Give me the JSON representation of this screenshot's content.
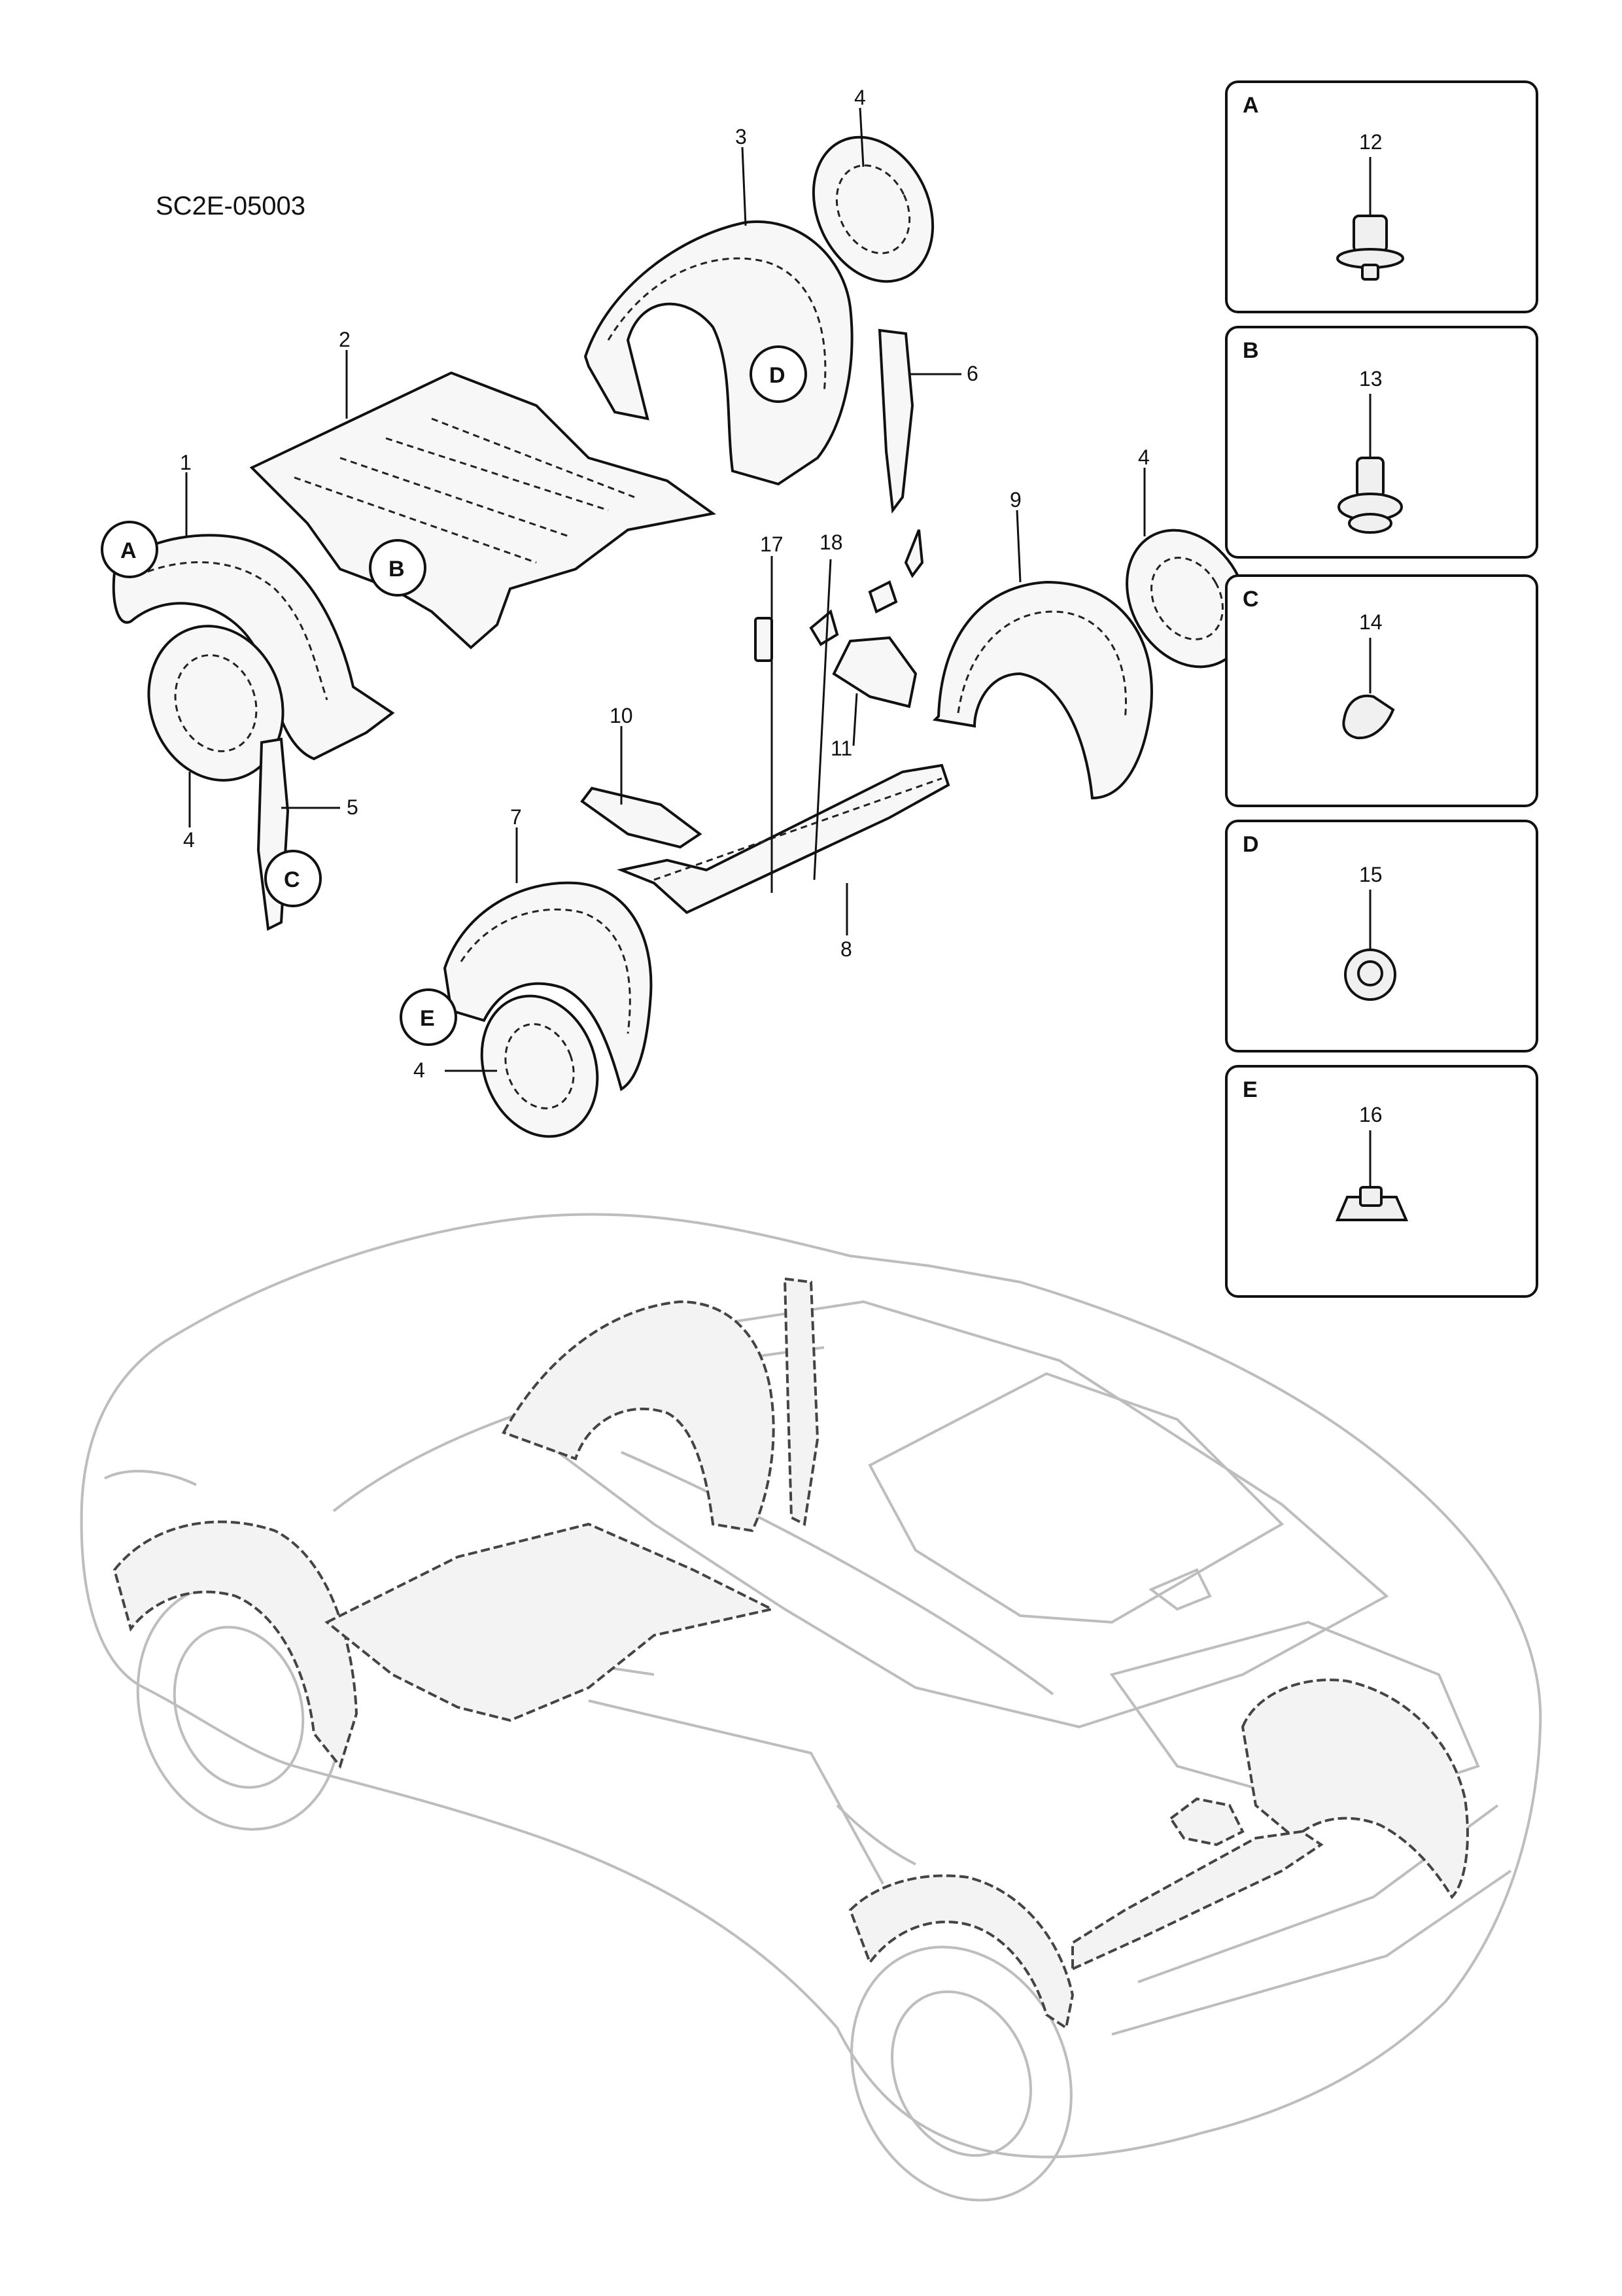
{
  "diagram_code": "SC2E-05003",
  "callouts": {
    "c1": "1",
    "c2": "2",
    "c3": "3",
    "c4a": "4",
    "c4b": "4",
    "c4c": "4",
    "c4d": "4",
    "c5": "5",
    "c6": "6",
    "c7": "7",
    "c8": "8",
    "c9": "9",
    "c10": "10",
    "c11": "11",
    "c17": "17",
    "c18": "18"
  },
  "rings": {
    "A": "A",
    "B": "B",
    "C": "C",
    "D": "D",
    "E": "E"
  },
  "insets": [
    {
      "letter": "A",
      "part": "12"
    },
    {
      "letter": "B",
      "part": "13"
    },
    {
      "letter": "C",
      "part": "14"
    },
    {
      "letter": "D",
      "part": "15"
    },
    {
      "letter": "E",
      "part": "16"
    }
  ],
  "colors": {
    "line": "#111111",
    "car_outline": "#bdbdbd",
    "background": "#ffffff"
  }
}
